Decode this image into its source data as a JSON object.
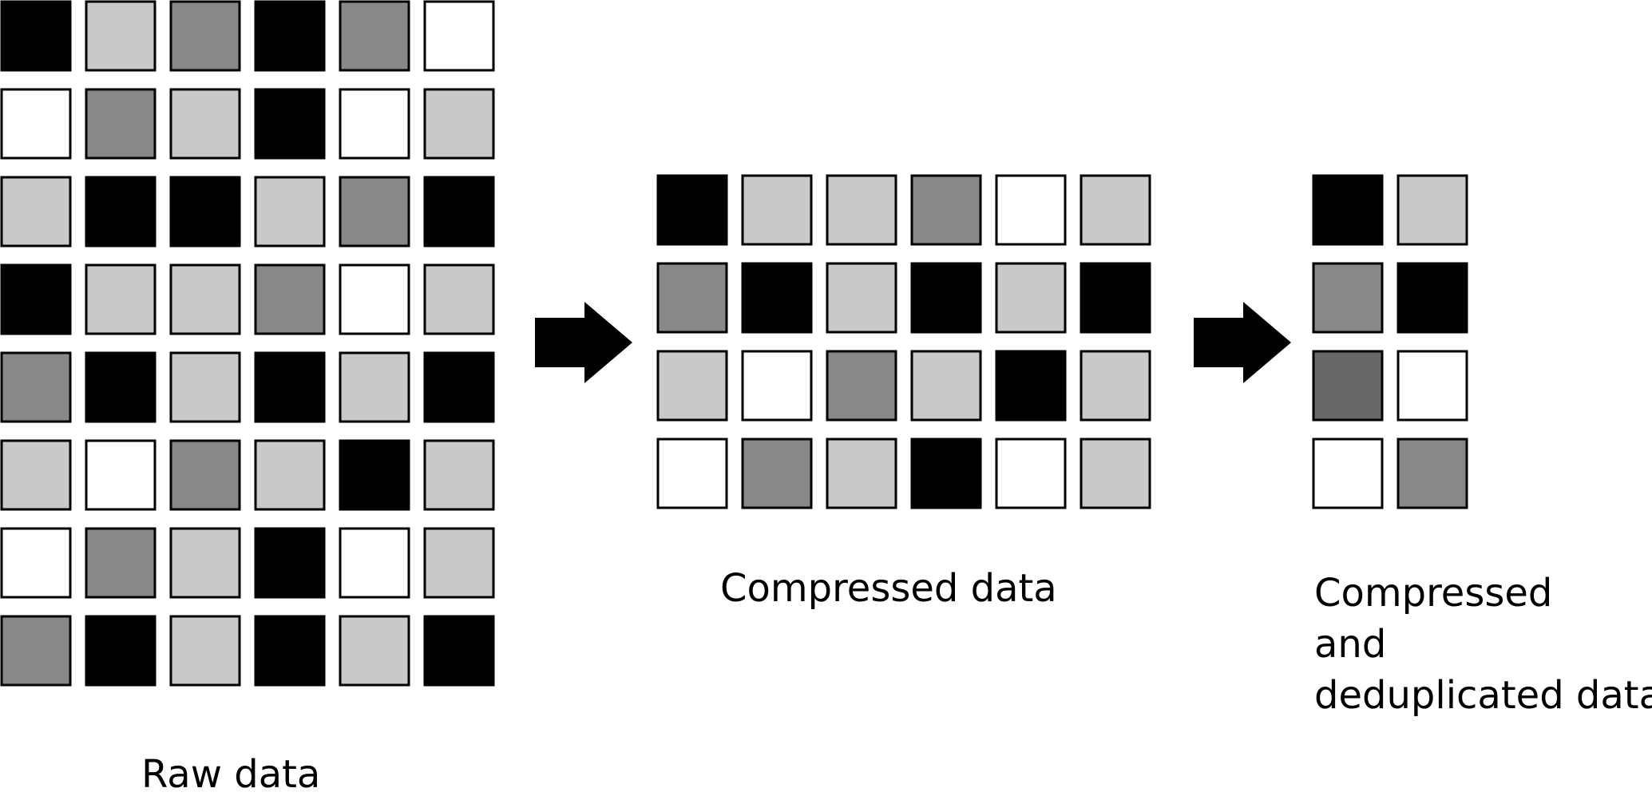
{
  "palette": {
    "K": "#000000",
    "L": "#c9c9c9",
    "M": "#888888",
    "D": "#676767",
    "W": "#ffffff"
  },
  "raw": {
    "label": "Raw data",
    "rows": [
      "KLMKMW",
      "WMLKWL",
      "LKKLMK",
      "KLLMWL",
      "MKLKLK",
      "LWMLKL",
      "WMLKWL",
      "MKLKLK"
    ]
  },
  "compressed": {
    "label": "Compressed data",
    "rows": [
      "KLLMWL",
      "MKLKLK",
      "LWMLKL",
      "WMLKWL"
    ]
  },
  "deduplicated": {
    "label_lines": [
      "Compressed",
      "and",
      "deduplicated data"
    ],
    "rows": [
      "KL",
      "MK",
      "DW",
      "WM"
    ]
  }
}
